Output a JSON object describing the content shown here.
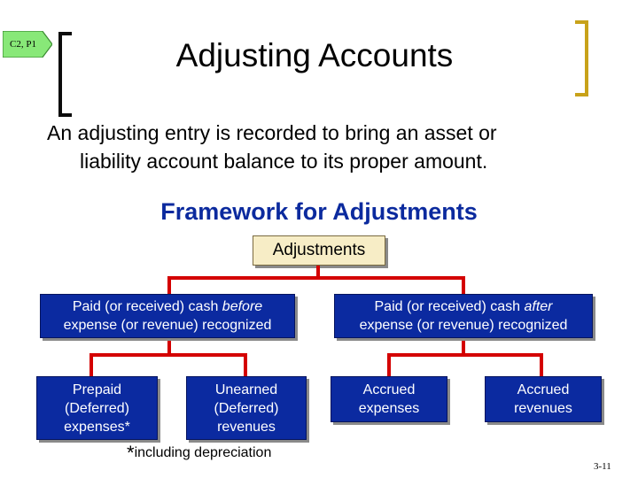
{
  "badge": {
    "text": "C2, P1",
    "color": "#88e878"
  },
  "title": "Adjusting Accounts",
  "definition": {
    "line1": "An adjusting entry is recorded to bring an asset or",
    "line2": "liability account balance to its proper amount."
  },
  "framework_title": "Framework for Adjustments",
  "root": "Adjustments",
  "branches": [
    {
      "line1_prefix": "Paid (or received) cash ",
      "line1_emph": "before",
      "line2": "expense (or revenue) recognized",
      "children": [
        [
          "Prepaid",
          "(Deferred)",
          "expenses*"
        ],
        [
          "Unearned",
          "(Deferred)",
          "revenues"
        ]
      ]
    },
    {
      "line1_prefix": "Paid (or received) cash ",
      "line1_emph": "after",
      "line2": "expense (or revenue) recognized",
      "children": [
        [
          "Accrued",
          "expenses"
        ],
        [
          "Accrued",
          "revenues"
        ]
      ]
    }
  ],
  "footnote": {
    "star": "*",
    "text": "including depreciation"
  },
  "slide_number": "3-11",
  "colors": {
    "node_fill": "#0b2aa0",
    "connector": "#d40000",
    "title_blue": "#0b2a9e",
    "root_fill": "#f7edc6"
  }
}
